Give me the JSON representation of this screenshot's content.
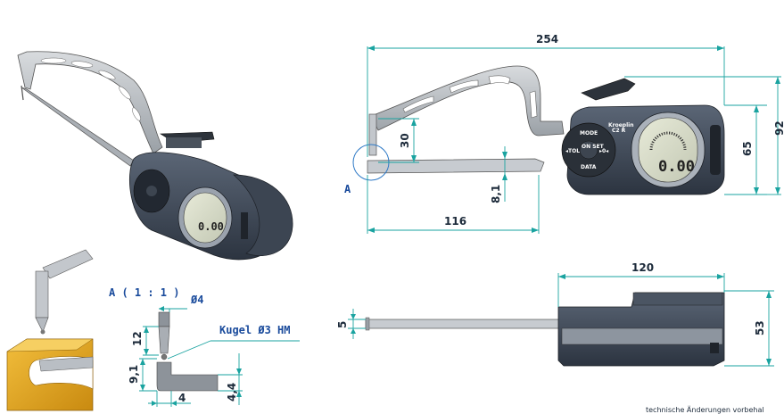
{
  "dimensions": {
    "overall_length": "254",
    "jaw_depth": "116",
    "height_total": "92",
    "height_body": "65",
    "jaw_opening": "30",
    "jaw_thickness": "8,1",
    "top_view_length": "120",
    "top_view_height": "53",
    "rod_thickness": "5"
  },
  "detail": {
    "marker": "A",
    "title": "A ( 1 : 1 )",
    "diameter": "Ø4",
    "ball_label": "Kugel Ø3 HM",
    "dim_12": "12",
    "dim_9_1": "9,1",
    "dim_4": "4",
    "dim_4_4": "4,4"
  },
  "gauge": {
    "mode_label": "MODE",
    "data_label": "DATA",
    "tol_label": "◂TOL",
    "right_label": "▸0◂",
    "center_label": "ON SET",
    "display_value": "0.00",
    "brand": "Kroeplin",
    "model": "C2 R"
  },
  "footer": {
    "note": "technische Änderungen vorbehal"
  },
  "colors": {
    "dimension_line": "#1aa3a0",
    "detail_text": "#1a4b9c",
    "body_dark": "#3a4452",
    "arm_gray": "#b9bec4",
    "block_yellow": "#e0a21a"
  }
}
